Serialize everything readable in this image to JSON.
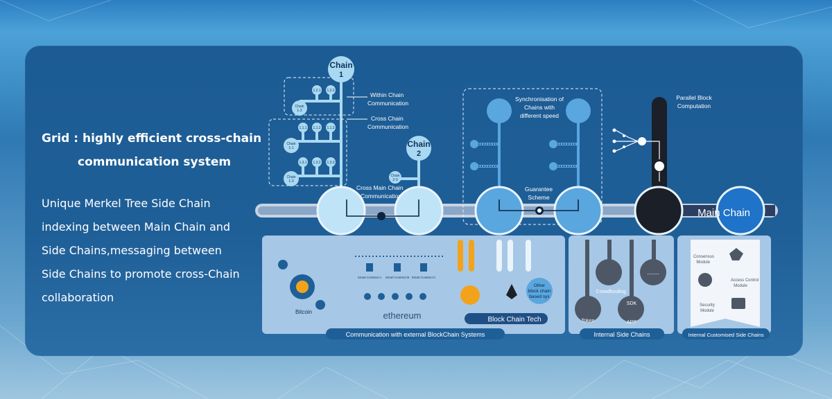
{
  "headline": {
    "line1": "Grid : highly efficient cross-chain",
    "line2": "communication system"
  },
  "description": [
    "Unique Merkel Tree Side Chain",
    "indexing between Main Chain and",
    "Side Chains,messaging between",
    "Side Chains to promote cross-Chain",
    "collaboration"
  ],
  "tree": {
    "chain1": [
      "Chain",
      "1"
    ],
    "chain2": [
      "Chain",
      "2"
    ],
    "chain12": [
      "Chain",
      "1-2"
    ],
    "chain11": [
      "Chain",
      "1-1"
    ],
    "chain13": [
      "Chain",
      "1-3"
    ],
    "chain23": [
      "Chain",
      "2-3"
    ],
    "leaves_top": [
      "1.2.1",
      "1.2.2"
    ],
    "leaves_mid": [
      "1.1.1",
      "1.1.2",
      "1.1.3"
    ],
    "leaves_bot": [
      "1.3.1",
      "1.3.2",
      "1.3.3"
    ],
    "within_label": [
      "Within Chain",
      "Communication"
    ],
    "cross_label": [
      "Cross Chain",
      "Communication"
    ],
    "cross_main_label": [
      "Cross Main Chain",
      "Communication"
    ]
  },
  "sync": {
    "label": [
      "Synchronisation of",
      "Chains with",
      "different speed"
    ],
    "guarantee": [
      "Guarantee",
      "Scheme"
    ]
  },
  "parallel": {
    "label": [
      "Parallel Block",
      "Computation"
    ]
  },
  "main_chain": "Main Chain",
  "bottom": {
    "external_caption": "Communication with external BlockChain Systems",
    "bitcoin": "Bitcoin",
    "contracts": [
      "Smart Contract A",
      "Smart Contract B",
      "Smart Contract C"
    ],
    "ethereum": "ethereum",
    "other_chain": [
      "Other",
      "block chain",
      "based sys"
    ],
    "block_chain_tech": "Block Chain Tech",
    "internal_caption": "Internal Side Chains",
    "crowdfunding": "Crowdfunding",
    "token": "Token",
    "app": "APP",
    "sdk": "SDK",
    "dots": ".......",
    "customised_caption": "Internal Customised Side Chains",
    "consensus": [
      "Consensus",
      "Module"
    ],
    "access": [
      "Access Control",
      "Module"
    ],
    "security": [
      "Security",
      "Module"
    ]
  },
  "colors": {
    "light_blue": "#a9d9f2",
    "mid_blue": "#5aa6df",
    "dark": "#1a1f28",
    "node_dark": "#0d2440"
  }
}
